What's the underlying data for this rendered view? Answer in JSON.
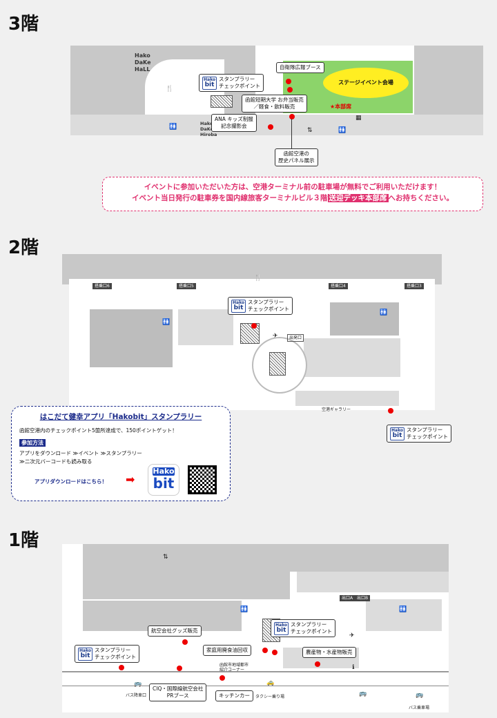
{
  "floors": {
    "f3": {
      "title": "3階",
      "hall_label": [
        "Hako",
        "DaKe",
        "HaLL"
      ],
      "hiroba_label": [
        "Hako",
        "DaKe",
        "Hiroba"
      ],
      "stamp": {
        "badge_top": "Hako",
        "badge_bottom": "bit",
        "line1": "スタンプラリー",
        "line2": "チェックポイント"
      },
      "jsdf": "自衛隊広報ブース",
      "stage": "ステージイベント会場",
      "hq": "★本部席",
      "college": [
        "函館短期大学 お弁当販売",
        "／軽食・飲料販売"
      ],
      "ana": [
        "ANA キッズ制服",
        "記念撮影会"
      ],
      "history": [
        "函館空港の",
        "歴史パネル展示"
      ]
    },
    "notice": {
      "line1": "イベントに参加いただいた方は、空港ターミナル前の駐車場が無料でご利用いただけます！",
      "line2_before": "イベント当日発行の駐車券を国内線旅客ターミナルビル３階",
      "line2_highlight": "送迎デッキ本部席",
      "line2_after": "へお持ちください。"
    },
    "f2": {
      "title": "2階",
      "gates": [
        "搭乗口6",
        "搭乗口5",
        "搭乗口4",
        "搭乗口3"
      ],
      "exit": "出発口",
      "gallery": "空港ギャラリー",
      "stamp": {
        "badge_top": "Hako",
        "badge_bottom": "bit",
        "line1": "スタンプラリー",
        "line2": "チェックポイント"
      }
    },
    "rally": {
      "title": "はこだて健幸アプリ「Hakobit」スタンプラリー",
      "desc": "函館空港内のチェックポイント5箇所達成で、150ポイントゲット！",
      "method_label": "参加方法",
      "step1": "アプリをダウンロード ≫イベント ≫スタンプラリー",
      "step2": "≫二次元バーコードも読み取る",
      "download": "アプリダウンロードはこちら！",
      "app_top": "Hako",
      "app_bottom": "bit"
    },
    "f1": {
      "title": "1階",
      "goods": "航空会社グッズ販売",
      "oil": "家庭用廃食油回収",
      "farm": "農産物・水産物販売",
      "ciq": [
        "CIQ・国際線航空会社",
        "PRブース"
      ],
      "kitchen": "キッチンカー",
      "bus_stop_off": "バス降車口",
      "taxi": "タクシー乗り場",
      "bus_stop_on": "バス乗車場",
      "arrival_a": "出口A",
      "arrival_b": "出口B",
      "regional": [
        "函館市地域都市",
        "紹介コーナー"
      ],
      "stamp": {
        "badge_top": "Hako",
        "badge_bottom": "bit",
        "line1": "スタンプラリー",
        "line2": "チェックポイント"
      }
    }
  },
  "colors": {
    "stage": "#8cd46a",
    "stage_ellipse": "#ffee22",
    "accent_pink": "#e0306e",
    "rally_blue": "#1a2a8a",
    "stamp_dot": "#e00000"
  }
}
